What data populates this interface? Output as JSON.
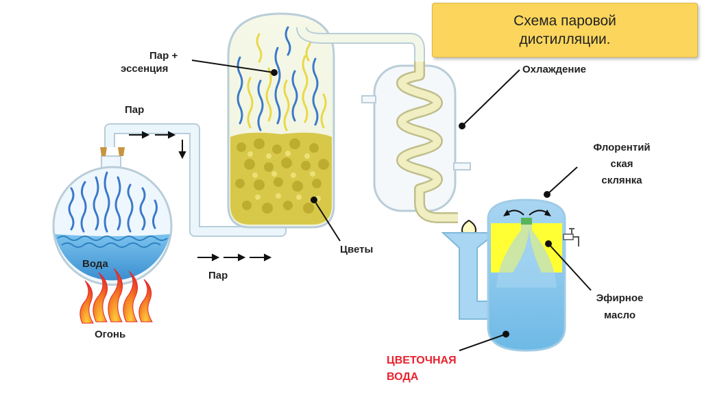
{
  "title": {
    "line1": "Схема паровой",
    "line2": "дистилляции."
  },
  "labels": {
    "steam_essence_1": "Пар +",
    "steam_essence_2": "эссенция",
    "steam_top": "Пар",
    "steam_bottom": "Пар",
    "water": "Вода",
    "fire": "Огонь",
    "flowers": "Цветы",
    "cooling": "Охлаждение",
    "florentine_1": "Флорентий",
    "florentine_2": "ская",
    "florentine_3": "склянка",
    "essential_oil_1": "Эфирное",
    "essential_oil_2": "масло",
    "flower_water_1": "ЦВЕТОЧНАЯ",
    "flower_water_2": "ВОДА"
  },
  "colors": {
    "title_bg": "#fcd65c",
    "water": "#4aa7e0",
    "light_blue": "#d8ecf8",
    "flowers": "#d8c84a",
    "oil": "#ffff33",
    "fire": "#f0402a",
    "red_label": "#e8212d"
  }
}
